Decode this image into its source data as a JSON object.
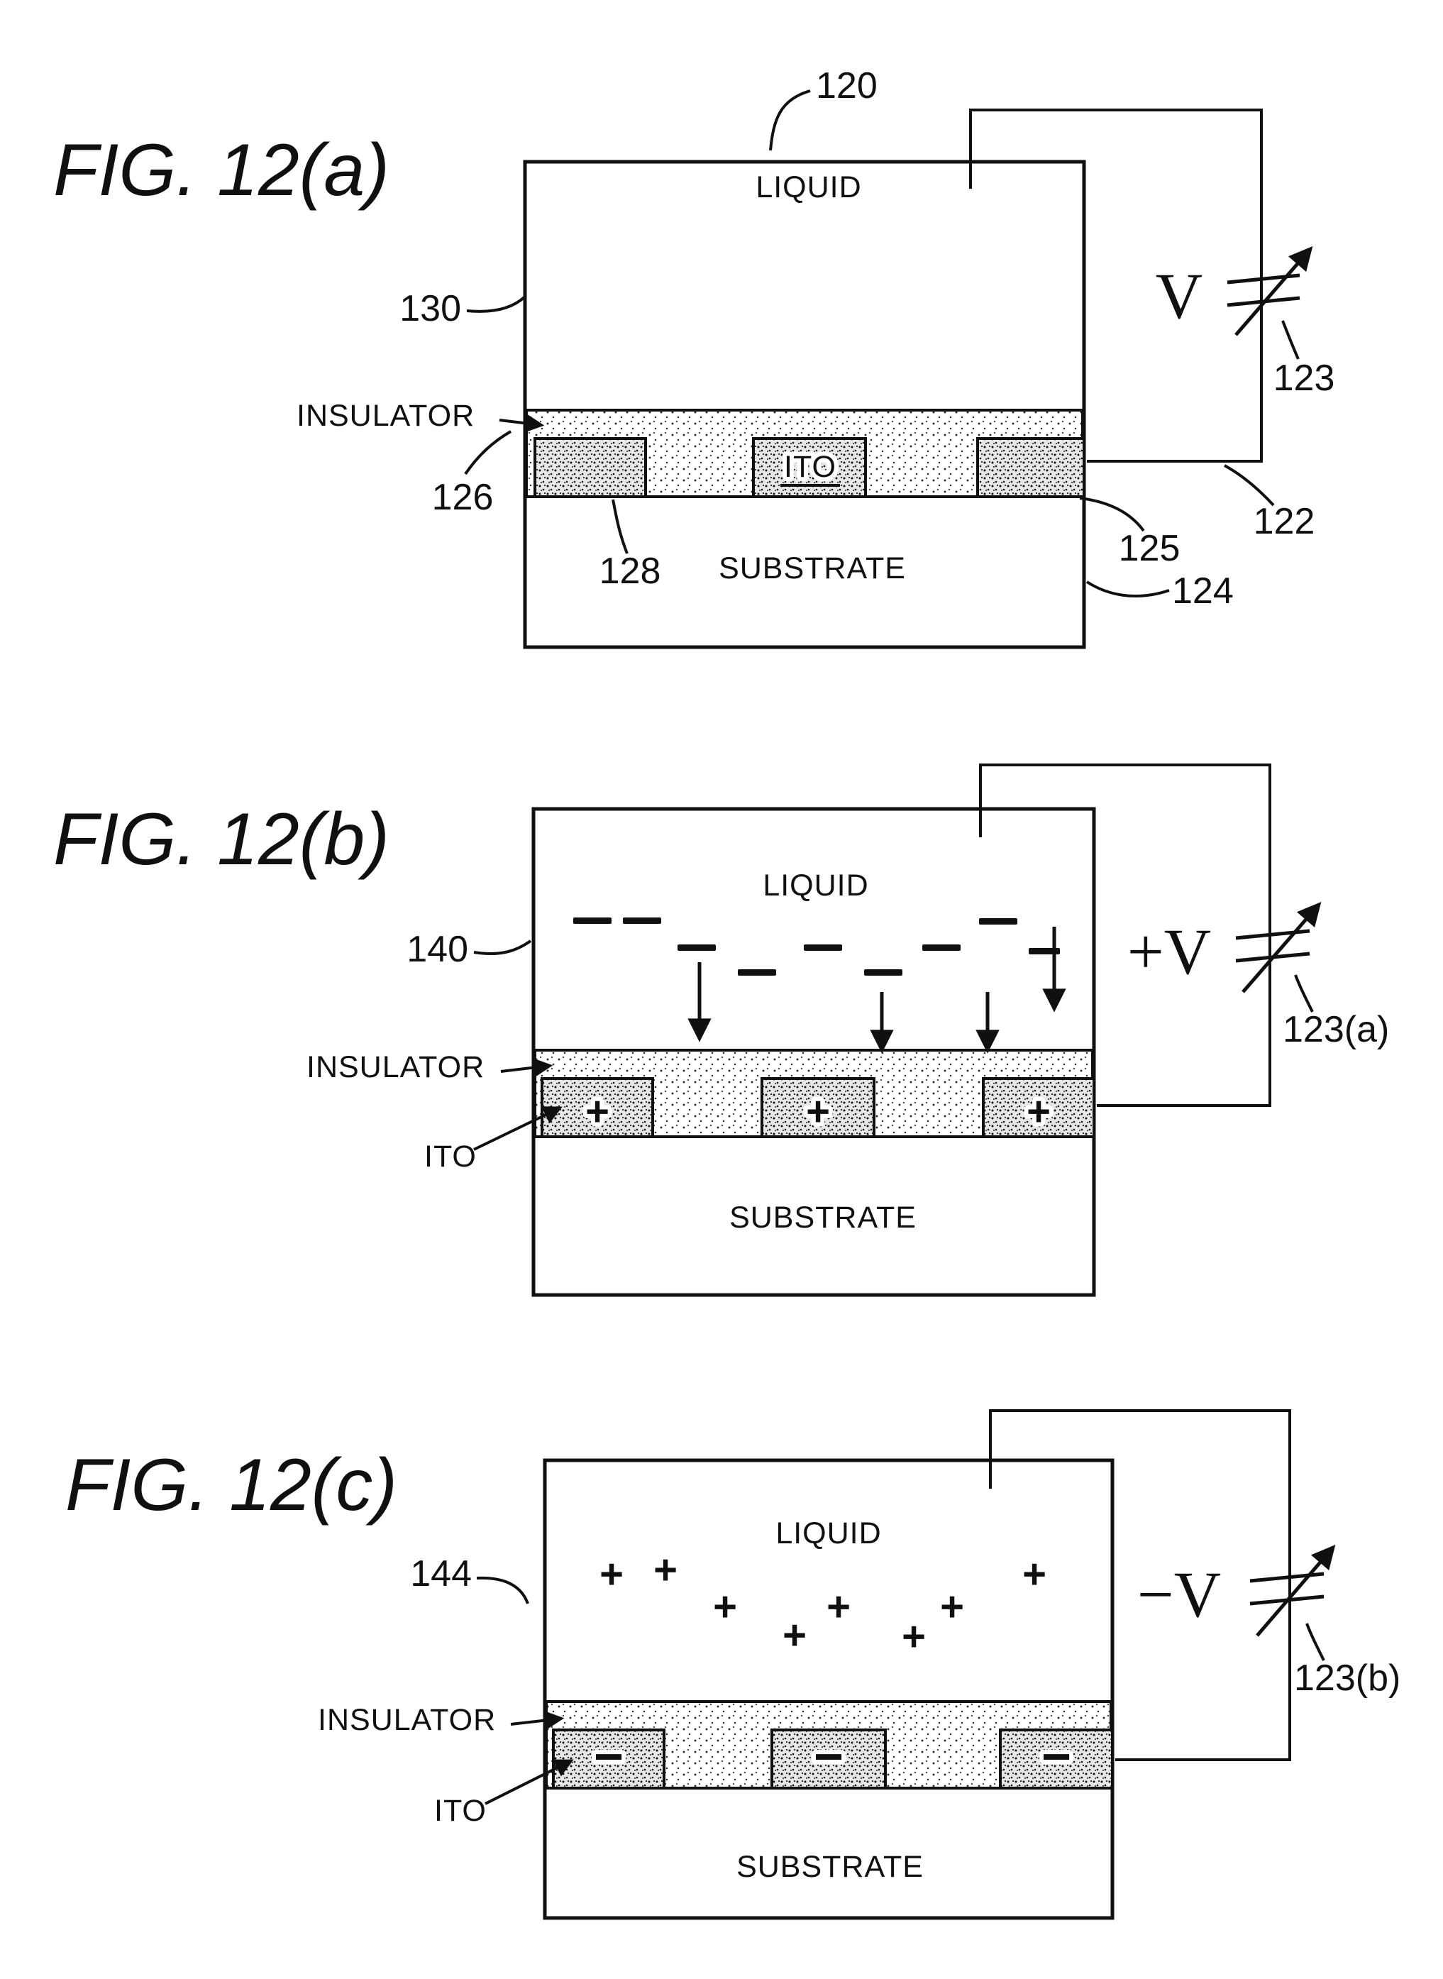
{
  "page": {
    "background": "#ffffff",
    "ink": "#101010"
  },
  "fig_a": {
    "title": "FIG. 12(a)",
    "liquid_label": "LIQUID",
    "insulator_label": "INSULATOR",
    "ito_label": "ITO",
    "substrate_label": "SUBSTRATE",
    "voltage_label": "V",
    "ref_device": "120",
    "ref_liquid": "130",
    "ref_insulator": "126",
    "ref_electrode_left": "128",
    "ref_electrode_right": "125",
    "ref_wire": "122",
    "ref_substrate": "124",
    "ref_voltage": "123"
  },
  "fig_b": {
    "title": "FIG. 12(b)",
    "liquid_label": "LIQUID",
    "insulator_label": "INSULATOR",
    "ito_label": "ITO",
    "substrate_label": "SUBSTRATE",
    "voltage_label": "+V",
    "ref_charges": "140",
    "ref_voltage": "123(a)",
    "electrode_charge": "+",
    "liquid_charge": "−"
  },
  "fig_c": {
    "title": "FIG. 12(c)",
    "liquid_label": "LIQUID",
    "insulator_label": "INSULATOR",
    "ito_label": "ITO",
    "substrate_label": "SUBSTRATE",
    "voltage_label": "−V",
    "ref_charges": "144",
    "ref_voltage": "123(b)",
    "electrode_charge": "−",
    "liquid_charge": "+"
  }
}
